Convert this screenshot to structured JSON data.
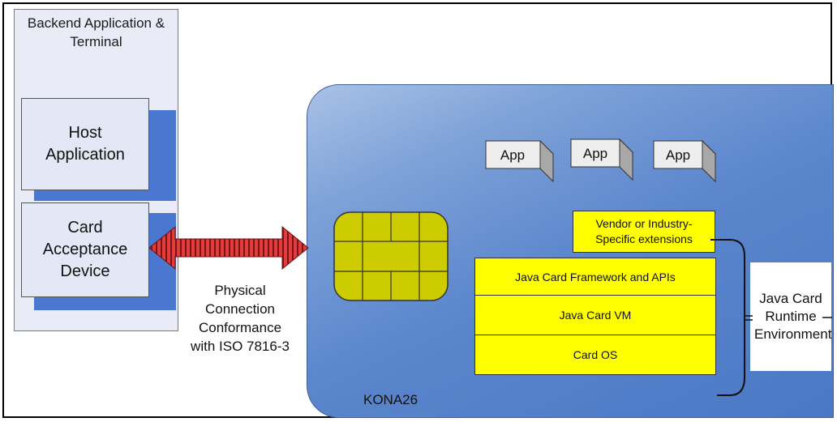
{
  "backend": {
    "title": "Backend Application & Terminal",
    "host_application": "Host Application",
    "card_acceptance_device": "Card Acceptance Device"
  },
  "physical_connection": "Physical Connection Conformance with ISO 7816-3",
  "card": {
    "name": "KONA26",
    "apps": [
      "App",
      "App",
      "App"
    ],
    "vendor_extensions": "Vendor or Industry-Specific extensions",
    "stack": [
      "Java Card Framework and APIs",
      "Java Card VM",
      "Card OS"
    ]
  },
  "jcre_label": "Java Card Runtime Environment",
  "colors": {
    "card_blue": "#5b86cd",
    "stack_yellow": "#ffff00",
    "chip": "#cccc00",
    "arrow_red": "#d63a3a"
  }
}
